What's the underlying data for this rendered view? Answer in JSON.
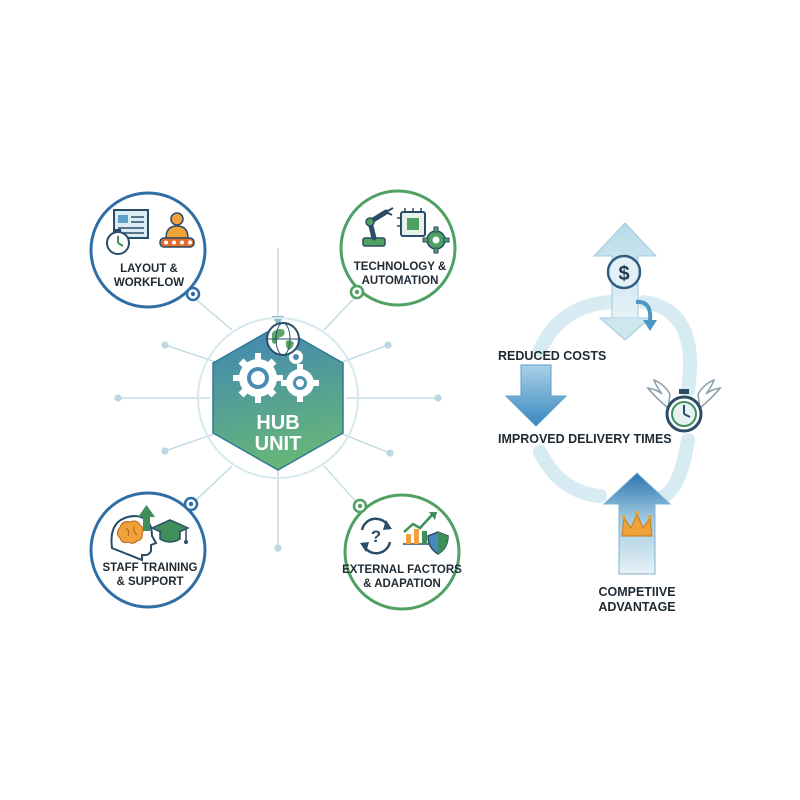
{
  "hub": {
    "line1": "HUB",
    "line2": "UNIT",
    "icons": [
      "gears-icon",
      "globe-icon"
    ]
  },
  "nodes": {
    "layout": {
      "line1": "LAYOUT &",
      "line2": "WORKFLOW",
      "ring_color": "#2f6fa6",
      "icons": [
        "floor-plan-icon",
        "stopwatch-icon",
        "worker-conveyor-icon"
      ]
    },
    "technology": {
      "line1": "TECHNOLOGY &",
      "line2": "AUTOMATION",
      "ring_color": "#4fa063",
      "icons": [
        "robot-arm-icon",
        "chip-icon",
        "gear-icon"
      ]
    },
    "staff": {
      "line1": "STAFF TRAINING",
      "line2": "& SUPPORT",
      "ring_color": "#2f6fa6",
      "icons": [
        "brain-head-icon",
        "arrow-up-icon",
        "graduation-cap-icon"
      ]
    },
    "external": {
      "line1": "EXTERNAL FACTORS",
      "line2": "& ADAPATION",
      "ring_color": "#4fa063",
      "icons": [
        "question-cycle-icon",
        "trend-chart-icon",
        "shield-icon"
      ]
    }
  },
  "flow": {
    "reduced_costs": "REDUCED COSTS",
    "improved_delivery": "IMPROVED DELIVERY TIMES",
    "competitive_line1": "COMPETIIVE",
    "competitive_line2": "ADVANTAGE",
    "icons": [
      "dollar-coin-icon",
      "winged-stopwatch-icon",
      "crown-icon"
    ]
  },
  "colors": {
    "blue": "#2f6fa6",
    "green": "#4fa063",
    "hub_top": "#3f84b6",
    "hub_bottom": "#66b57a",
    "arrow_light": "#c8e3ee",
    "arrow_mid": "#6aa9cf",
    "arrow_dark": "#2f78b4",
    "crown": "#f0a23a"
  }
}
